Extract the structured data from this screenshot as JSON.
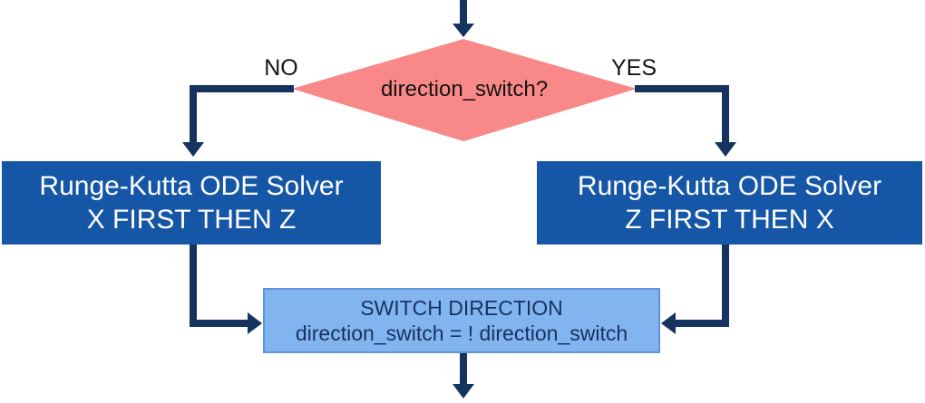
{
  "colors": {
    "arrow": "#16325F",
    "diamond_fill": "#F98888",
    "solver_fill": "#1556A6",
    "solver_text": "#FFFFFF",
    "switch_fill": "#82B4F0",
    "switch_border": "#5E95D6",
    "switch_text": "#16325F",
    "label_text": "#141414",
    "background": "#FFFFFF"
  },
  "diagram": {
    "decision": {
      "label": "direction_switch?"
    },
    "branch_no": {
      "label": "NO"
    },
    "branch_yes": {
      "label": "YES"
    },
    "left_box": {
      "line1": "Runge-Kutta ODE Solver",
      "line2": "X FIRST THEN Z"
    },
    "right_box": {
      "line1": "Runge-Kutta ODE Solver",
      "line2": "Z FIRST THEN X"
    },
    "switch_box": {
      "line1": "SWITCH DIRECTION",
      "line2": "direction_switch = ! direction_switch"
    }
  }
}
